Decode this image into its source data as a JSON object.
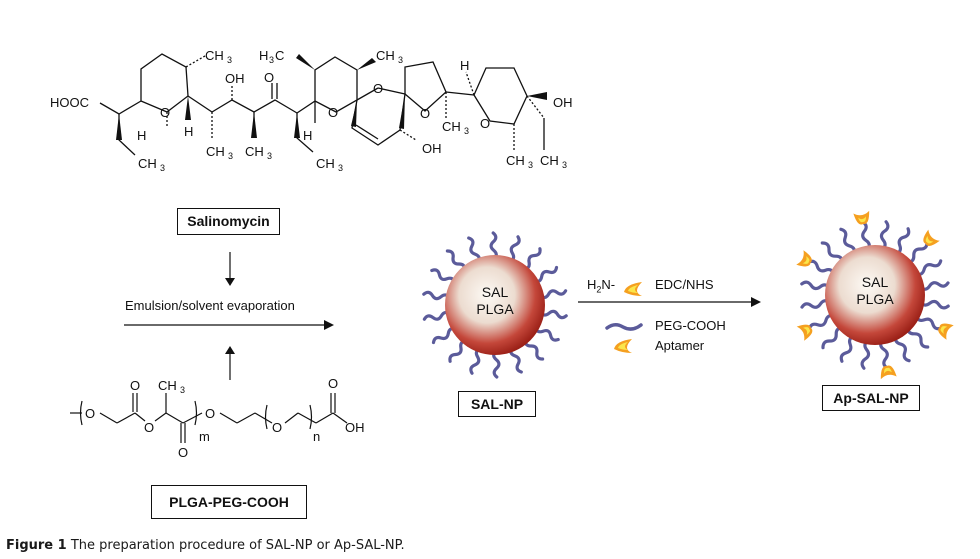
{
  "figure": {
    "caption_label": "Figure 1",
    "caption_text": "The preparation procedure of SAL-NP or Ap-SAL-NP."
  },
  "salinomycin": {
    "name": "Salinomycin",
    "atoms": {
      "hooc": "HOOC",
      "o": "O",
      "h": "H",
      "oh": "OH",
      "ch": "CH",
      "h3c_h": "H",
      "h3c_c": "C",
      "three": "3"
    }
  },
  "process": {
    "step_label": "Emulsion/solvent evaporation"
  },
  "polymer": {
    "name": "PLGA-PEG-COOH",
    "atoms": {
      "o": "O",
      "ch": "CH",
      "three": "3",
      "m": "m",
      "n": "n",
      "oh": "OH"
    }
  },
  "sal_np": {
    "name": "SAL-NP",
    "core_line1": "SAL",
    "core_line2": "PLGA"
  },
  "reaction": {
    "reagent_prefix": "H",
    "reagent_sub": "2",
    "reagent_suffix": "N-",
    "coupling": "EDC/NHS",
    "legend": [
      {
        "icon": "peg-chain-icon",
        "label": "PEG-COOH"
      },
      {
        "icon": "aptamer-icon",
        "label": "Aptamer"
      }
    ]
  },
  "ap_sal_np": {
    "name": "Ap-SAL-NP",
    "core_line1": "SAL",
    "core_line2": "PLGA"
  },
  "colors": {
    "peg": "#5b5b9a",
    "np_shell": "#b3261e",
    "np_core": "#fbf6f0",
    "aptamer_outer": "#f5a020",
    "aptamer_inner": "#fbe64a"
  }
}
